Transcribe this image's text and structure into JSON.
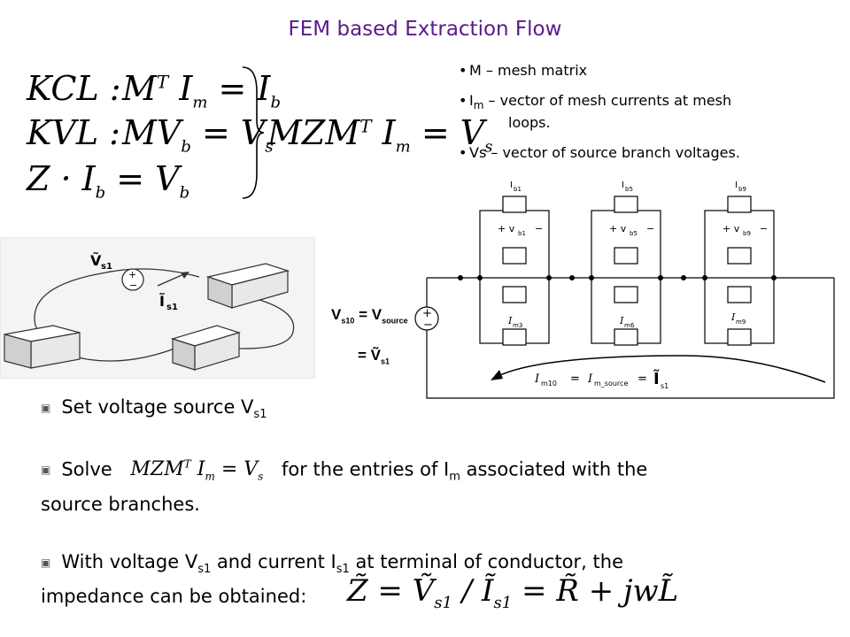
{
  "title": "FEM based Extraction Flow",
  "equations": {
    "kcl_label": "KCL :",
    "kcl_rhs": "M<sup>T</sup> I<sub>m</sub> = I<sub>b</sub>",
    "kvl_label": "KVL :",
    "kvl_rhs": "MV<sub>b</sub> = V<sub>s</sub>",
    "z_eq": "Z · I<sub>b</sub> = V<sub>b</sub>",
    "combined": "MZM<sup>T</sup> I<sub>m</sub> = V<sub>s</sub>"
  },
  "bullets": [
    {
      "text": "M – mesh matrix"
    },
    {
      "text": "Iₘ – vector of mesh currents at mesh loops."
    },
    {
      "text": "Vs – vector of source branch voltages."
    }
  ],
  "circuit_labels": {
    "vs10": "V",
    "vs10_sub": "s10",
    "eq1": "= V",
    "eq1_sub": "source",
    "eq2": "= Ṽ",
    "eq2_sub": "s1",
    "ib1": "I",
    "ib1_sub": "b1",
    "ib5": "I",
    "ib5_sub": "b5",
    "ib9": "I",
    "ib9_sub": "b9",
    "vb1": "v",
    "vb1_sub": "b1",
    "vb5": "v",
    "vb5_sub": "b5",
    "vb9": "v",
    "vb9_sub": "b9",
    "im3": "I",
    "im3_sub": "m3",
    "im6": "I",
    "im6_sub": "m6",
    "im9": "I",
    "im9_sub": "m9",
    "bottom_loop": "I",
    "bottom_loop_sub": "m10",
    "bottom_eq": "=  I",
    "bottom_eq_sub": "m_source",
    "bottom_eq2": "=  Ĩ",
    "bottom_eq2_sub": "s1"
  },
  "conductor_labels": {
    "v_label": "V",
    "v_sub": "s1",
    "i_label": "I",
    "i_sub": "s1"
  },
  "steps": [
    {
      "prefix": "Set voltage source V",
      "sub": "s1"
    },
    {
      "prefix": "Solve",
      "eq": "MZM<sup>T</sup> I<sub>m</sub> = V<sub>s</sub>",
      "suffix": "for the entries of I",
      "suffix_sub": "m",
      "suffix_end": " associated with the source branches."
    },
    {
      "prefix": "With voltage V",
      "sub1": "s1",
      "mid": " and current I",
      "sub2": "s1",
      "end": " at terminal of conductor, the impedance can be obtained:"
    }
  ],
  "final_eq": "Z̃ = Ṽ<sub>s1</sub> / Ĩ<sub>s1</sub> = R̃ + jwL̃"
}
